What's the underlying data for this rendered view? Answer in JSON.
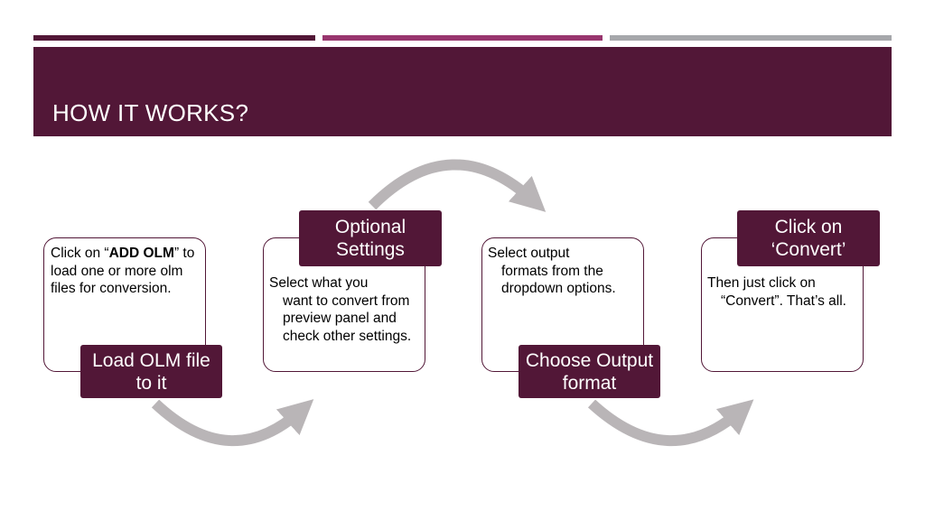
{
  "header": {
    "title": "HOW IT WORKS?",
    "colors": {
      "primary": "#521737",
      "secondary": "#98366e",
      "neutral": "#a6a7ab"
    }
  },
  "steps": [
    {
      "label": "Load OLM file to it",
      "desc_parts": [
        "Click on “",
        "ADD OLM",
        "” to load one or more olm files for conversion."
      ]
    },
    {
      "label": "Optional Settings",
      "desc_first": "Select what you",
      "desc_rest": "want to convert from preview panel and check other settings."
    },
    {
      "label": "Choose Output format",
      "desc_first": "Select output",
      "desc_rest": "formats from the dropdown options."
    },
    {
      "label": "Click on ‘Convert’",
      "desc_first": "Then just click on",
      "desc_rest": "“Convert”. That’s all."
    }
  ]
}
